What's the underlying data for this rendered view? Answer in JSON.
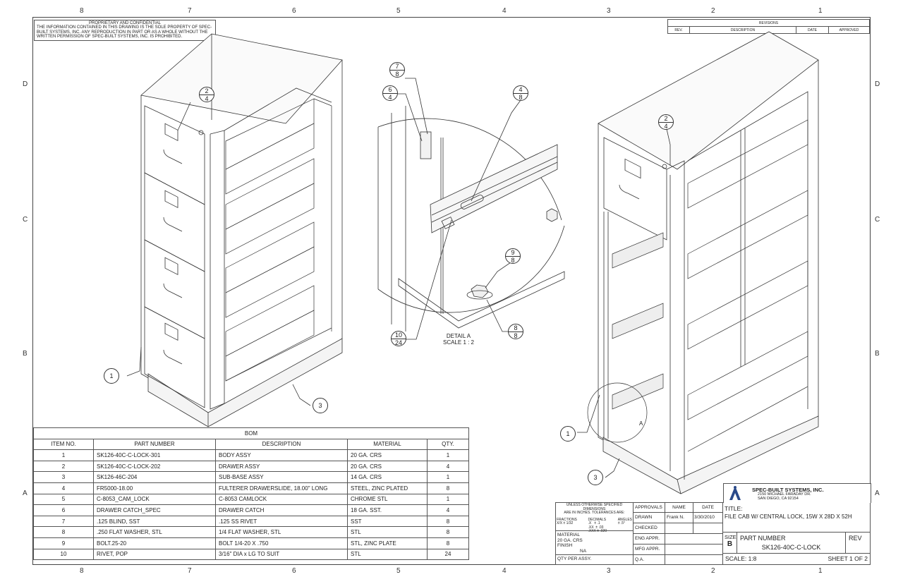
{
  "zones": {
    "top": [
      "8",
      "7",
      "6",
      "5",
      "4",
      "3",
      "2",
      "1"
    ],
    "side": [
      "D",
      "C",
      "B",
      "A"
    ]
  },
  "proprietary": {
    "title": "PROPRIETARY AND CONFIDENTIAL",
    "body": "THE INFORMATION CONTAINED IN THIS DRAWING IS THE SOLE PROPERTY OF SPEC-BUILT SYSTEMS, INC. ANY REPRODUCTION IN PART OR AS A WHOLE WITHOUT THE WRITTEN PERMISSION OF SPEC-BUILT SYSTEMS, INC. IS PROHIBITED."
  },
  "revisions": {
    "title": "REVISIONS",
    "headers": [
      "REV.",
      "DESCRIPTION",
      "DATE",
      "APPROVED"
    ]
  },
  "balloons": {
    "b2a": [
      "2",
      "4"
    ],
    "b2b": [
      "2",
      "4"
    ],
    "b7": [
      "7",
      "8"
    ],
    "b6": [
      "6",
      "4"
    ],
    "b4": [
      "4",
      "8"
    ],
    "b9": [
      "9",
      "8"
    ],
    "b8": [
      "8",
      "8"
    ],
    "b10": [
      "10",
      "24"
    ],
    "b1a": "1",
    "b3a": "3",
    "b1b": "1",
    "b3b": "3"
  },
  "detail": {
    "title": "DETAIL A",
    "scale": "SCALE 1 : 2",
    "marker": "A"
  },
  "bom": {
    "title": "BOM",
    "headers": [
      "ITEM NO.",
      "PART NUMBER",
      "DESCRIPTION",
      "MATERIAL",
      "QTY."
    ],
    "rows": [
      [
        "1",
        "SK126-40C-C-LOCK-301",
        "BODY ASSY",
        "20 GA. CRS",
        "1"
      ],
      [
        "2",
        "SK126-40C-C-LOCK-202",
        "DRAWER ASSY",
        "20 GA. CRS",
        "4"
      ],
      [
        "3",
        "SK126-46C-204",
        "SUB-BASE ASSY",
        "14 GA. CRS",
        "1"
      ],
      [
        "4",
        "FR5000-18.00",
        "FULTERER DRAWERSLIDE, 18.00\" LONG",
        "STEEL, ZINC PLATED",
        "8"
      ],
      [
        "5",
        "C-8053_CAM_LOCK",
        "C-8053 CAMLOCK",
        "CHROME  STL",
        "1"
      ],
      [
        "6",
        "DRAWER CATCH_SPEC",
        "DRAWER CATCH",
        "18 GA. SST.",
        "4"
      ],
      [
        "7",
        ".125 BLIND, SST",
        ".125 SS RIVET",
        "SST",
        "8"
      ],
      [
        "8",
        ".250 FLAT WASHER, STL",
        "1/4 FLAT WASHER, STL",
        "STL",
        "8"
      ],
      [
        "9",
        "BOLT.25-20",
        "BOLT 1/4-20 X .750",
        "STL, ZINC PLATE",
        "8"
      ],
      [
        "10",
        "RIVET, POP",
        "3/16\" DIA x LG TO SUIT",
        "STL",
        "24"
      ]
    ]
  },
  "titleblock": {
    "tol1": "UNLESS OTHERWISE SPECIFIED DIMENSIONS",
    "tol2": "ARE IN INCHES.  TOLERANCES ARE:",
    "fractions": "FRACTIONS\nX/X ± 1/32",
    "decimals": "DECIMALS\n.X   ± .1\n.XX  ± .03\n.XXX ± .020",
    "angles": "ANGLES\n± .5°",
    "approvals": "APPROVALS",
    "name": "NAME",
    "date": "DATE",
    "drawn": "DRAWN",
    "drawn_name": "Frank N.",
    "drawn_date": "3/30/2010",
    "checked": "CHECKED",
    "eng": "ENG APPR.",
    "mfg": "MFG APPR.",
    "qa": "Q.A.",
    "material_label": "MATERIAL",
    "material": "20 GA. CRS",
    "finish_label": "FINISH",
    "finish": "NA",
    "qty_label": "QTY PER ASSY.",
    "company": "SPEC-BUILT SYSTEMS, INC.",
    "addr1": "2150 MICHAEL FARADAY DR.",
    "addr2": "SAN DIEGO, CA 92154",
    "title_label": "TITLE:",
    "title": "FILE CAB W/ CENTRAL LOCK, 15W X 28D X 52H",
    "size_label": "SIZE",
    "size": "B",
    "pn_label": "PART NUMBER",
    "pn": "SK126-40C-C-LOCK",
    "rev_label": "REV",
    "scale": "SCALE: 1:8",
    "sheet": "SHEET 1 OF 2"
  }
}
